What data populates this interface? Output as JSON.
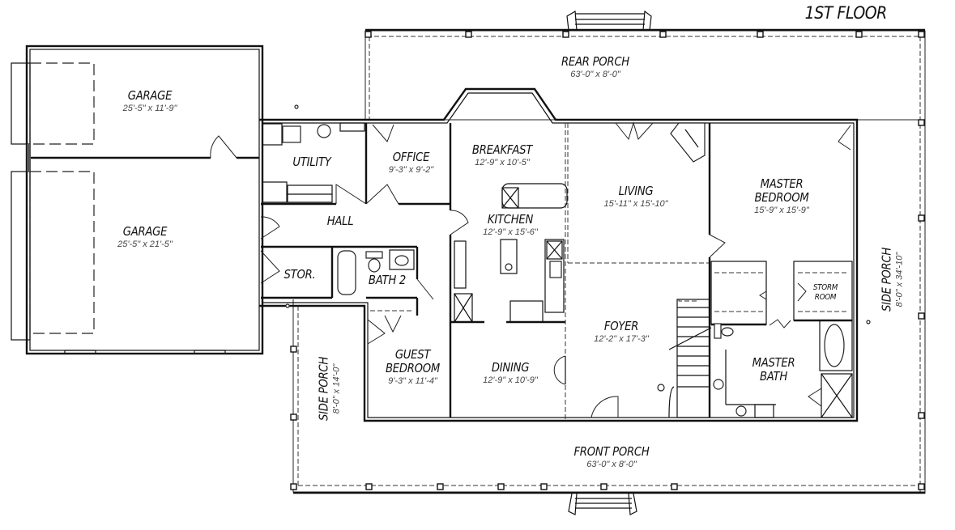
{
  "plan": {
    "title": "1ST FLOOR",
    "colors": {
      "line": "#111111",
      "background": "#ffffff",
      "dimension_text": "#444444"
    }
  },
  "rooms": {
    "garage_1": {
      "name": "GARAGE",
      "dim": "25'-5\" x 11'-9\""
    },
    "garage_2": {
      "name": "GARAGE",
      "dim": "25'-5\" x 21'-5\""
    },
    "utility": {
      "name": "UTILITY"
    },
    "office": {
      "name": "OFFICE",
      "dim": "9'-3\" x 9'-2\""
    },
    "hall": {
      "name": "HALL"
    },
    "storage": {
      "name": "STOR."
    },
    "bath_2": {
      "name": "BATH 2"
    },
    "breakfast": {
      "name": "BREAKFAST",
      "dim": "12'-9\" x 10'-5\""
    },
    "kitchen": {
      "name": "KITCHEN",
      "dim": "12'-9\" x 15'-6\""
    },
    "living": {
      "name": "LIVING",
      "dim": "15'-11\" x 15'-10\""
    },
    "master_bedroom": {
      "name_line1": "MASTER",
      "name_line2": "BEDROOM",
      "dim": "15'-9\" x 15'-9\""
    },
    "storm_room": {
      "name_line1": "STORM",
      "name_line2": "ROOM"
    },
    "foyer": {
      "name": "FOYER",
      "dim": "12'-2\" x 17'-3\""
    },
    "master_bath": {
      "name_line1": "MASTER",
      "name_line2": "BATH"
    },
    "guest_bedroom": {
      "name_line1": "GUEST",
      "name_line2": "BEDROOM",
      "dim": "9'-3\" x 11'-4\""
    },
    "dining": {
      "name": "DINING",
      "dim": "12'-9\" x 10'-9\""
    },
    "rear_porch": {
      "name": "REAR PORCH",
      "dim": "63'-0\" x 8'-0\""
    },
    "front_porch": {
      "name": "FRONT PORCH",
      "dim": "63'-0\" x 8'-0\""
    },
    "side_porch_left": {
      "name": "SIDE PORCH",
      "dim": "8'-0\" x 14'-0\""
    },
    "side_porch_right": {
      "name": "SIDE PORCH",
      "dim": "8'-0\" x 34'-10\""
    }
  }
}
